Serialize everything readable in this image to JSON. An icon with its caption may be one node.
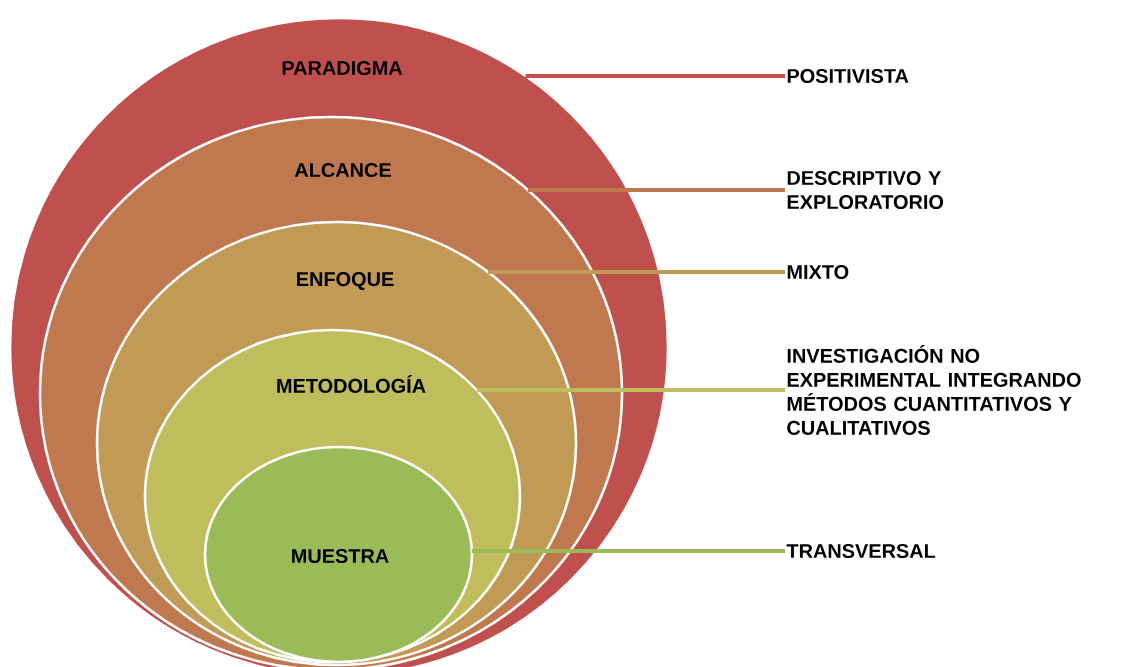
{
  "diagram": {
    "nodes": [
      {
        "text": [
          "PARADIGMA"
        ]
      },
      {
        "text": [
          "ALCANCE"
        ],
        "in": 0
      },
      {
        "text": [
          "ENFOQUE"
        ],
        "in": 1
      },
      {
        "text": [
          "METODOLOGÍA"
        ],
        "in": 2
      },
      {
        "text": [
          "MUESTRA"
        ],
        "in": 3
      },
      {
        "text": [
          "POSITIVISTA"
        ]
      },
      {
        "text": [
          "DESCRIPTIVO Y EXPLORATORIO"
        ]
      },
      {
        "text": [
          "MIXTO"
        ]
      },
      {
        "text": [
          "INVESTIGACIÓN NO EXPERIMENTAL INTEGRANDO MÉTODOS CUANTITATIVOS Y CUALITATIVOS"
        ]
      },
      {
        "text": [
          "TRANSVERSAL"
        ]
      }
    ],
    "edges": [
      {
        "from": 0,
        "to": 5,
        "arrow": "none",
        "color": "#c0504d"
      },
      {
        "from": 1,
        "to": 6,
        "arrow": "none",
        "color": "#c0784f"
      },
      {
        "from": 2,
        "to": 7,
        "arrow": "none",
        "color": "#c19a55"
      },
      {
        "from": 3,
        "to": 8,
        "arrow": "none",
        "color": "#bfbd5c"
      },
      {
        "from": 4,
        "to": 9,
        "arrow": "none",
        "color": "#9bbb59"
      }
    ]
  }
}
